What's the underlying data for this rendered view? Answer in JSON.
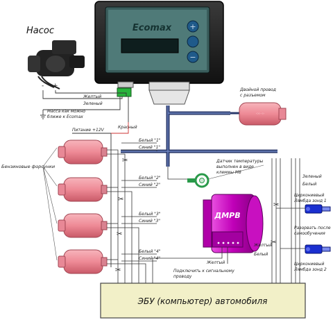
{
  "pump": {
    "title": "Насос",
    "minus": "-",
    "plus": "+"
  },
  "controller": {
    "brand": "Ecomax",
    "wire_yellow": "Желтый",
    "wire_green": "Зеленый",
    "mass_note": "Масса как можно ближе к Ecomax",
    "power": "Питание +12V",
    "red": "Красный"
  },
  "injectors": {
    "label": "Бензиновые форсунки",
    "wires": [
      {
        "white": "Белый \"1\"",
        "blue": "Синий \"1\""
      },
      {
        "white": "Белый \"2\"",
        "blue": "Синий \"2\""
      },
      {
        "white": "Белый \"3\"",
        "blue": "Синий \"3\""
      },
      {
        "white": "Белый \"4\"",
        "blue": "Синий \"4\""
      }
    ]
  },
  "wire_label": "Двойной провод с разъемом",
  "temp_sensor": "Датчик температуры выполнен в виде клеммы М8",
  "maf": {
    "label": "ДМРВ",
    "yellow": "Желтый",
    "white": "Белый",
    "signal": "Подключить к сигнальному проводу"
  },
  "lambda": {
    "green": "Зеленый",
    "white": "Белый",
    "zone1": "Циркониевый Лямбда зонд 1",
    "zone2": "Циркониевый Лямбда зонд 2",
    "cut_note": "Разорвать после самообучения"
  },
  "ecu": {
    "label": "ЭБУ (компьютер) автомобиля"
  },
  "colors": {
    "ecu_fill": "#f2f0c8",
    "injector": "#f0909a",
    "maf": "#d81ad0",
    "bus": "#2b3a6b",
    "lambda": "#1a2fd0",
    "sensor": "#2a9a4a"
  }
}
